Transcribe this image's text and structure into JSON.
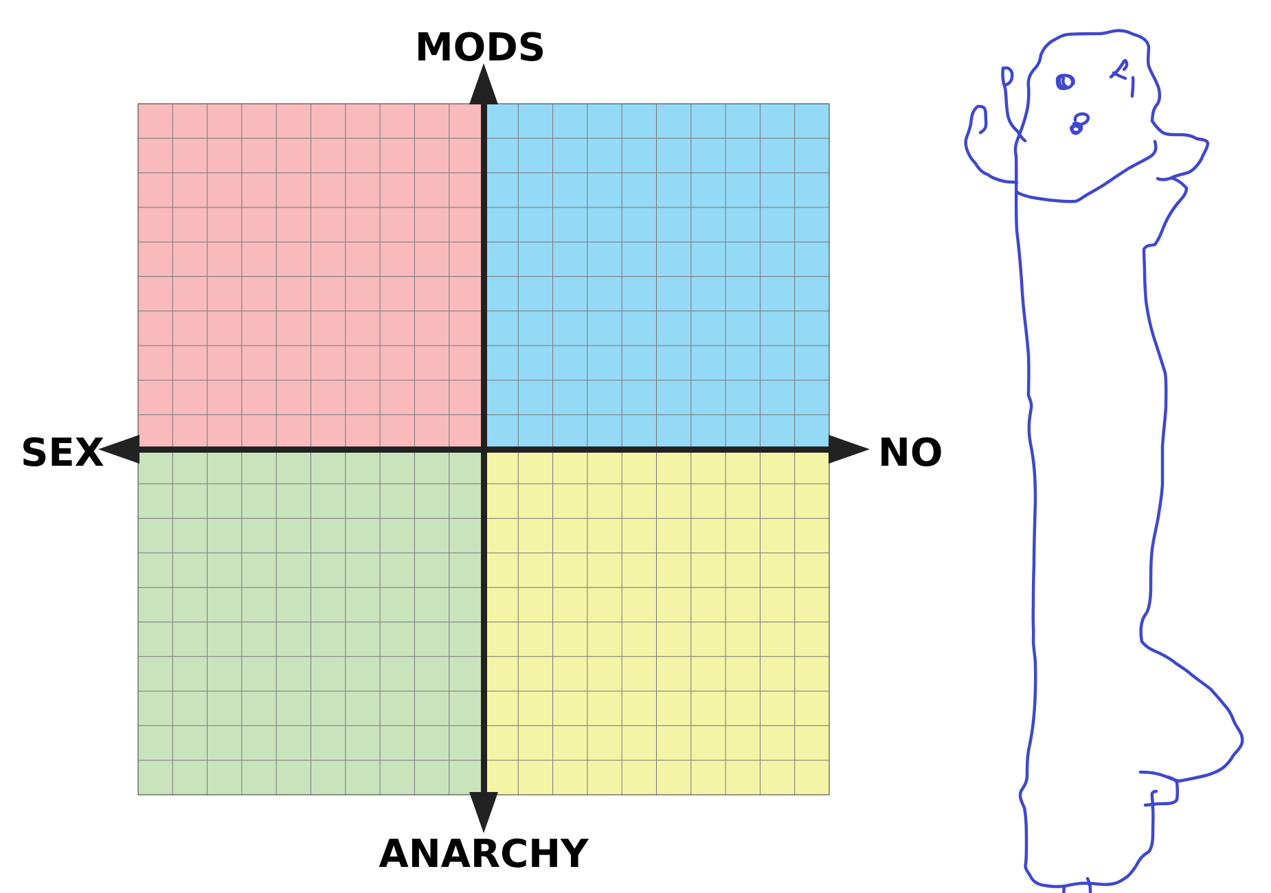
{
  "axes": {
    "top_label": "MODS",
    "bottom_label": "ANARCHY",
    "left_label": "SEX",
    "right_label": "NO"
  },
  "quadrants": {
    "top_left_color": "#f8babb",
    "top_right_color": "#94d9f5",
    "bottom_left_color": "#c9e3bd",
    "bottom_right_color": "#f3f4a6"
  },
  "grid": {
    "cells_per_side": 20
  },
  "colors": {
    "axis": "#222222",
    "grid_line": "#777777",
    "sketch_stroke": "#3f48cc"
  }
}
